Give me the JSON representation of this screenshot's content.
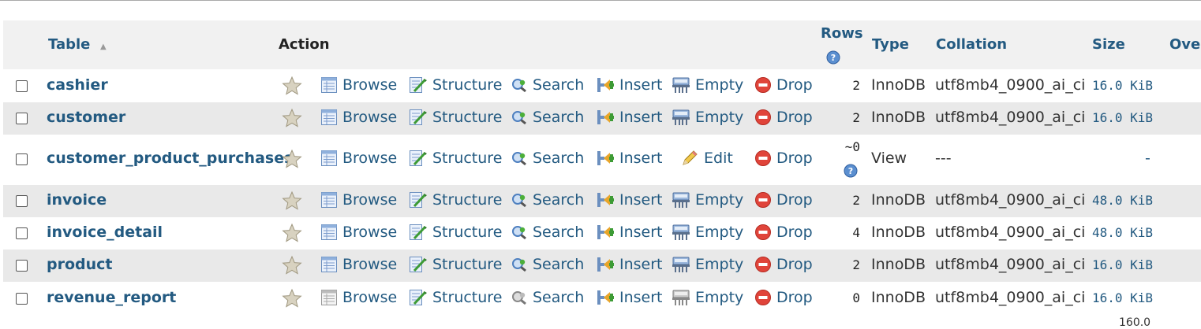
{
  "header": {
    "table": "Table",
    "action": "Action",
    "rows": "Rows",
    "type": "Type",
    "collation": "Collation",
    "size": "Size",
    "overhead": "Ove"
  },
  "actions": {
    "browse": "Browse",
    "structure": "Structure",
    "search": "Search",
    "insert": "Insert",
    "empty": "Empty",
    "edit": "Edit",
    "drop": "Drop"
  },
  "rows": [
    {
      "name": "cashier",
      "rows": "2",
      "type": "InnoDB",
      "collation": "utf8mb4_0900_ai_ci",
      "size": "16.0 KiB"
    },
    {
      "name": "customer",
      "rows": "2",
      "type": "InnoDB",
      "collation": "utf8mb4_0900_ai_ci",
      "size": "16.0 KiB"
    },
    {
      "name": "customer_product_purchases",
      "rows": "~0",
      "type": "View",
      "collation": "---",
      "size": "-"
    },
    {
      "name": "invoice",
      "rows": "2",
      "type": "InnoDB",
      "collation": "utf8mb4_0900_ai_ci",
      "size": "48.0 KiB"
    },
    {
      "name": "invoice_detail",
      "rows": "4",
      "type": "InnoDB",
      "collation": "utf8mb4_0900_ai_ci",
      "size": "48.0 KiB"
    },
    {
      "name": "product",
      "rows": "2",
      "type": "InnoDB",
      "collation": "utf8mb4_0900_ai_ci",
      "size": "16.0 KiB"
    },
    {
      "name": "revenue_report",
      "rows": "0",
      "type": "InnoDB",
      "collation": "utf8mb4_0900_ai_ci",
      "size": "16.0 KiB"
    }
  ],
  "footer_partial": "160.0"
}
